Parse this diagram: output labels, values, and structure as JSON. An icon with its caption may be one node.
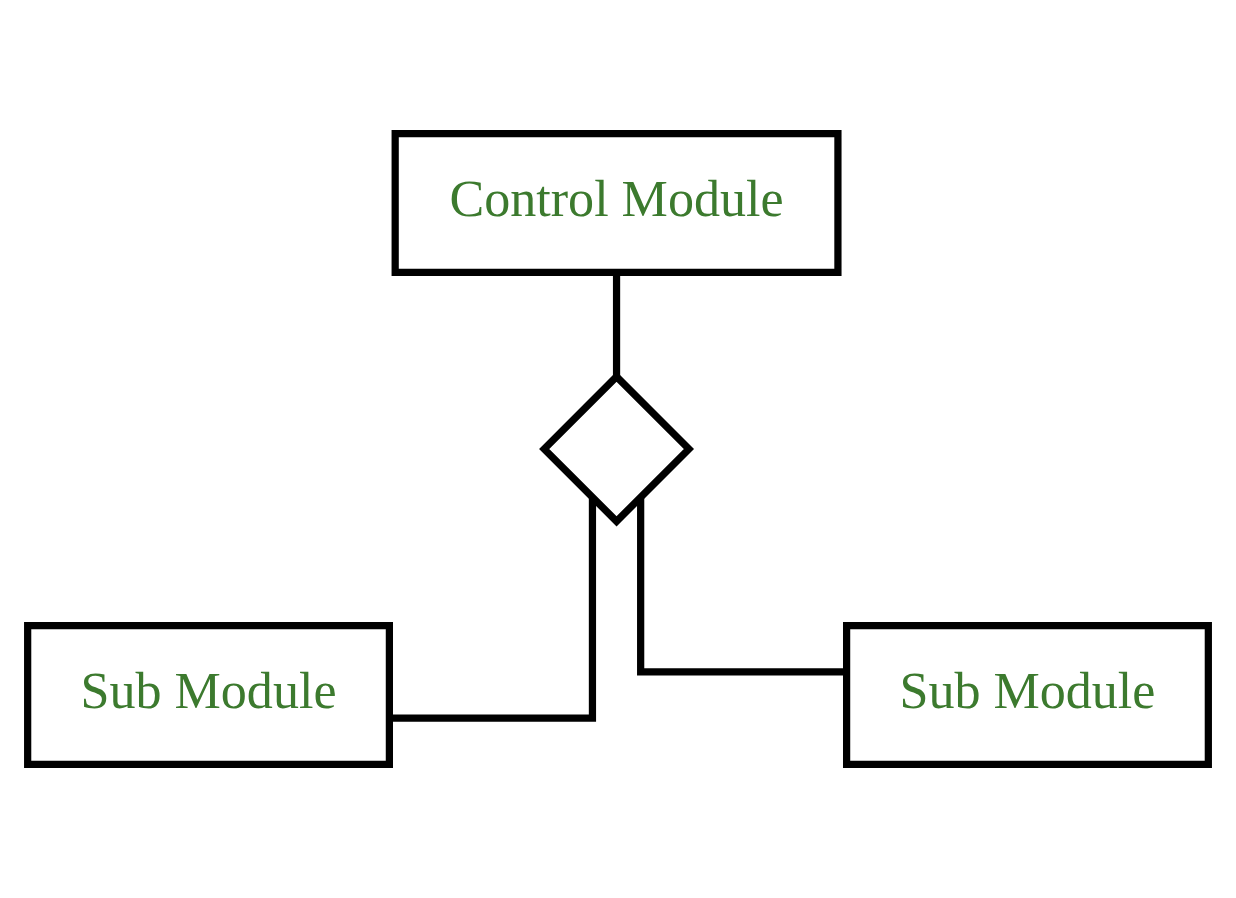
{
  "diagram": {
    "nodes": [
      {
        "text": [
          "Control Module"
        ]
      },
      {
        "text": [],
        "shape": "diamond"
      },
      {
        "text": [
          "Sub Module"
        ]
      },
      {
        "text": [
          "Sub Module"
        ]
      }
    ],
    "edges": [
      {
        "from": 0,
        "to": 1,
        "arrow": "none"
      },
      {
        "from": 1,
        "to": 2,
        "arrow": "none"
      },
      {
        "from": 1,
        "to": 3,
        "arrow": "none"
      }
    ]
  }
}
